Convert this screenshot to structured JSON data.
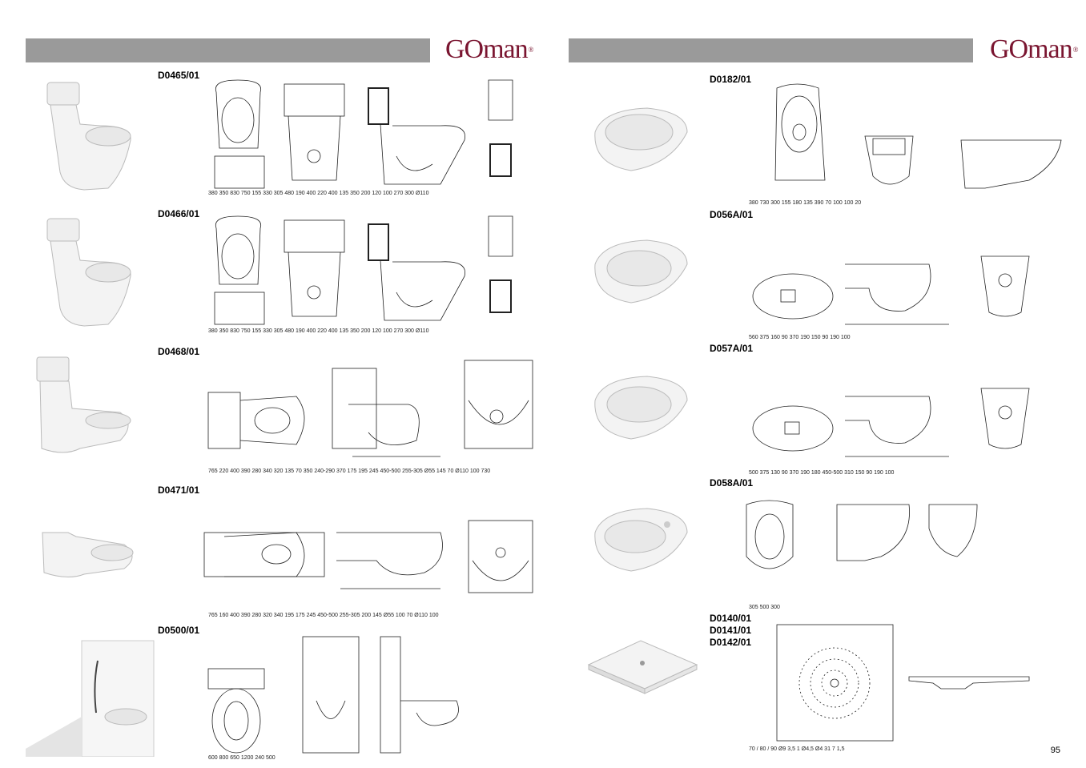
{
  "brand": {
    "logo_text": "GOman",
    "reg_mark": "®"
  },
  "page_number": "95",
  "left_products": [
    {
      "code": "D0465/01",
      "dims": [
        "380",
        "350",
        "830",
        "750",
        "155",
        "330",
        "305",
        "480",
        "190",
        "400",
        "220",
        "400",
        "135",
        "350",
        "200",
        "120",
        "100",
        "270",
        "300",
        "Ø110"
      ]
    },
    {
      "code": "D0466/01",
      "dims": [
        "380",
        "350",
        "830",
        "750",
        "155",
        "330",
        "305",
        "480",
        "190",
        "400",
        "220",
        "400",
        "135",
        "350",
        "200",
        "120",
        "100",
        "270",
        "300",
        "Ø110"
      ]
    },
    {
      "code": "D0468/01",
      "dims": [
        "765",
        "220",
        "400",
        "390",
        "280",
        "340",
        "320",
        "135",
        "70",
        "350",
        "240-290",
        "370",
        "175",
        "195",
        "245",
        "450-500",
        "255-305",
        "Ø55",
        "145",
        "70",
        "Ø110",
        "100",
        "730"
      ]
    },
    {
      "code": "D0471/01",
      "dims": [
        "765",
        "160",
        "400",
        "390",
        "280",
        "320",
        "340",
        "195",
        "175",
        "245",
        "450-500",
        "255-305",
        "200",
        "145",
        "Ø55",
        "100",
        "70",
        "Ø110",
        "100"
      ]
    },
    {
      "code": "D0500/01",
      "dims": [
        "600",
        "800",
        "650",
        "1200",
        "240",
        "500"
      ]
    }
  ],
  "right_products": [
    {
      "codes": [
        "D0182/01"
      ],
      "dims": [
        "380",
        "730",
        "300",
        "155",
        "180",
        "135",
        "390",
        "70",
        "100",
        "100",
        "20"
      ]
    },
    {
      "codes": [
        "D056A/01"
      ],
      "dims": [
        "560",
        "375",
        "160",
        "90",
        "370",
        "190",
        "150",
        "90",
        "190",
        "100"
      ]
    },
    {
      "codes": [
        "D057A/01"
      ],
      "dims": [
        "500",
        "375",
        "130",
        "90",
        "370",
        "190",
        "180",
        "450-500",
        "310",
        "150",
        "90",
        "190",
        "100"
      ]
    },
    {
      "codes": [
        "D058A/01"
      ],
      "dims": [
        "305",
        "500",
        "300"
      ]
    },
    {
      "codes": [
        "D0140/01",
        "D0141/01",
        "D0142/01"
      ],
      "dims": [
        "70 / 80 / 90",
        "Ø9",
        "3,5",
        "1",
        "Ø4,5",
        "Ø4",
        "31",
        "7",
        "1,5"
      ]
    }
  ],
  "colors": {
    "header_bar": "#9a9a9a",
    "logo": "#7a1530"
  }
}
